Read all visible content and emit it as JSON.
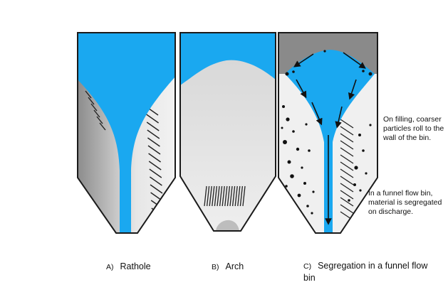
{
  "annotations": {
    "filling": "On filling, coarser particles roll to the wall of the bin.",
    "discharge": "In a funnel flow bin, material is segregated on discharge."
  },
  "captions": [
    {
      "letter": "A)",
      "text": "Rathole"
    },
    {
      "letter": "B)",
      "text": "Arch"
    },
    {
      "letter": "C)",
      "text": "Segregation in a funnel flow bin"
    }
  ],
  "colors": {
    "material": "#1aa8f0",
    "stagnant": "#e3e3e3",
    "shadow": "#9a9a9a",
    "outline": "#1a1a1a",
    "coarse_top": "#8a8a8a"
  },
  "icons": [
    "hatch-pattern",
    "arrow-down-icon",
    "coarse-particle-dots"
  ]
}
